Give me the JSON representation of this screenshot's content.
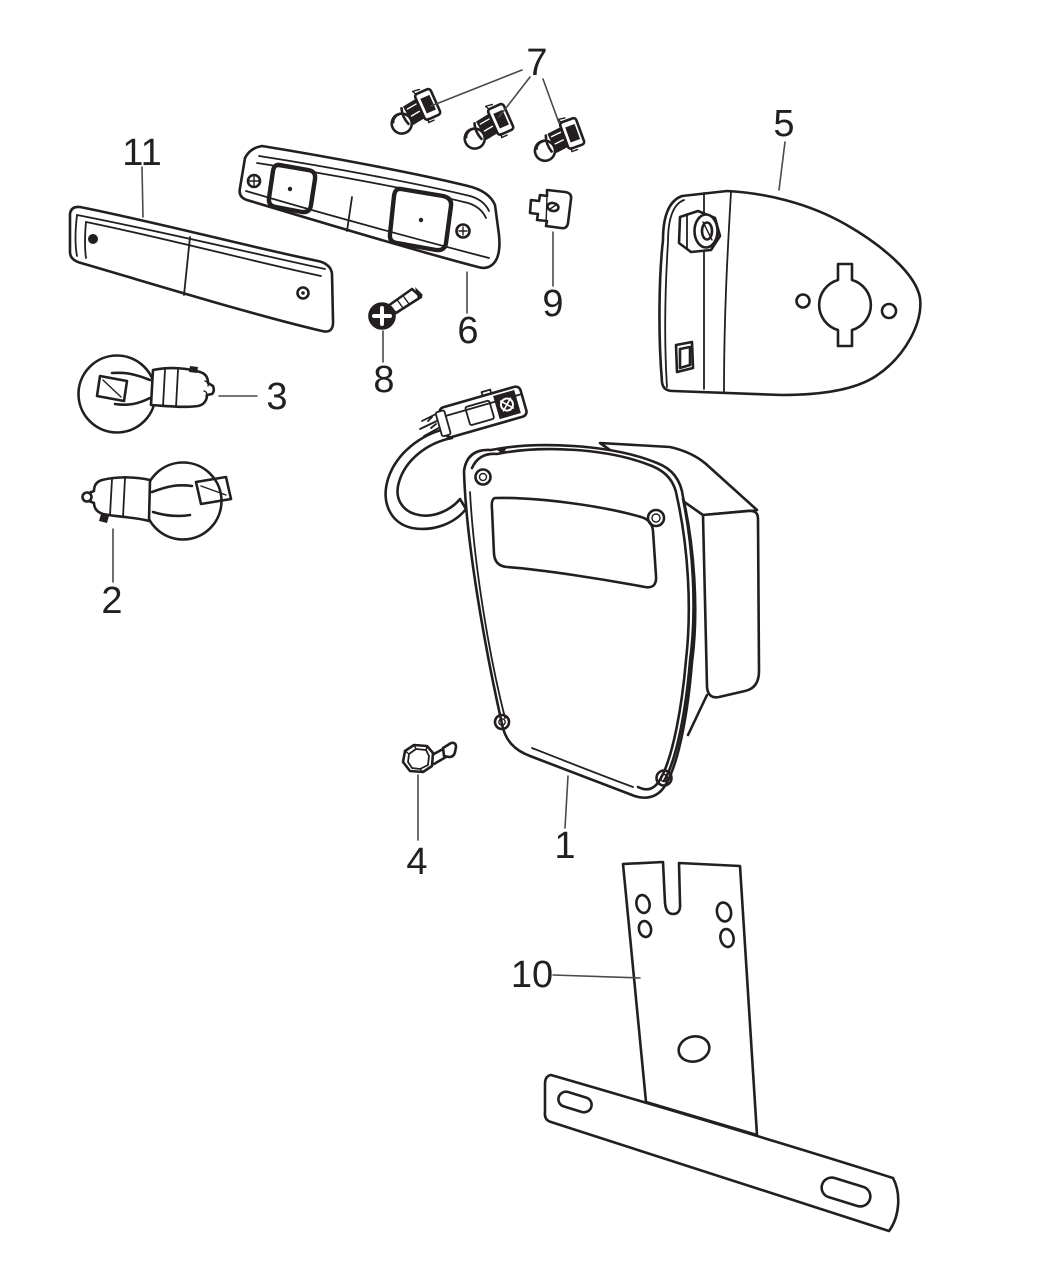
{
  "page": {
    "background": "#ffffff"
  },
  "diagram": {
    "ink_color": "#231f20",
    "leader_color": "#4a4a4a",
    "callouts": {
      "c1": "1",
      "c2": "2",
      "c3": "3",
      "c4": "4",
      "c5": "5",
      "c6": "6",
      "c7": "7",
      "c8": "8",
      "c9": "9",
      "c10": "10",
      "c11": "11"
    }
  }
}
